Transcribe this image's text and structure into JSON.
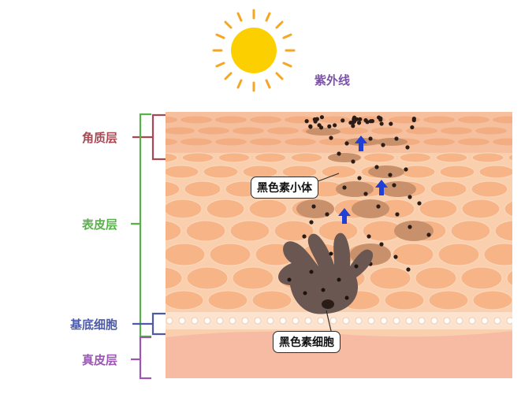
{
  "uv": {
    "label": "紫外线",
    "color": "#7b52a8"
  },
  "layers": [
    {
      "id": "stratum-corneum",
      "label": "角质层",
      "color": "#a94852"
    },
    {
      "id": "epidermis",
      "label": "表皮层",
      "color": "#59b14a"
    },
    {
      "id": "basal-cell",
      "label": "基底细胞",
      "color": "#4d5aa8"
    },
    {
      "id": "dermis",
      "label": "真皮层",
      "color": "#9c57b5"
    }
  ],
  "callouts": {
    "melanosome": "黑色素小体",
    "melanocyte": "黑色素细胞"
  },
  "colors": {
    "sun": "#fcd000",
    "sun_rays": "#f5a623",
    "skin": "#f9cfae",
    "cell": "#f7b587",
    "dermis": "#f7bba4",
    "melanocyte": "#6b5751",
    "arrow": "#1f3fd6"
  }
}
